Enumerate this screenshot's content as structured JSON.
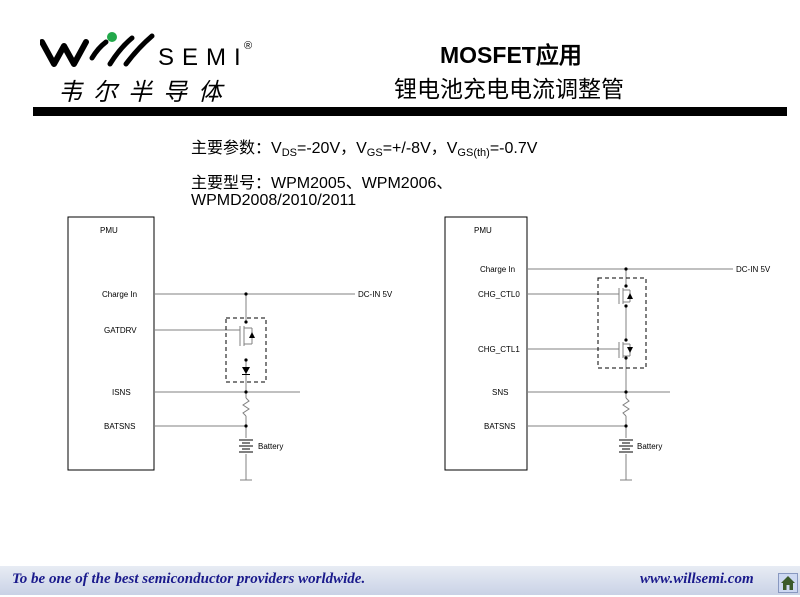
{
  "header": {
    "logo_brand": "SEMI",
    "logo_registered": "®",
    "logo_chinese": "韦尔半导体",
    "title_line1": "MOSFET应用",
    "title_line2": "锂电池充电电流调整管"
  },
  "params": {
    "prefix": "主要参数：",
    "vds_sym": "V",
    "vds_sub": "DS",
    "vds_val": "=-20V，",
    "vgs_sym": "V",
    "vgs_sub": "GS",
    "vgs_val": "=+/-8V，",
    "vth_sym": "V",
    "vth_sub": "GS(th)",
    "vth_val": "=-0.7V"
  },
  "models": {
    "line1": "主要型号：WPM2005、WPM2006、",
    "line2": "WPMD2008/2010/2011"
  },
  "diagram_left": {
    "block": "PMU",
    "charge_in": "Charge In",
    "gatdrv": "GATDRV",
    "isns": "ISNS",
    "batsns": "BATSNS",
    "dc_in": "DC-IN 5V",
    "battery": "Battery"
  },
  "diagram_right": {
    "block": "PMU",
    "charge_in": "Charge In",
    "ctl0": "CHG_CTL0",
    "ctl1": "CHG_CTL1",
    "isns": "SNS",
    "batsns": "BATSNS",
    "dc_in": "DC-IN 5V",
    "battery": "Battery"
  },
  "footer": {
    "slogan": "To be one of the best semiconductor providers worldwide.",
    "website": "www.willsemi.com"
  },
  "colors": {
    "footer_text": "#1a1a8c",
    "line": "#808080",
    "logo_green": "#22a84a"
  }
}
